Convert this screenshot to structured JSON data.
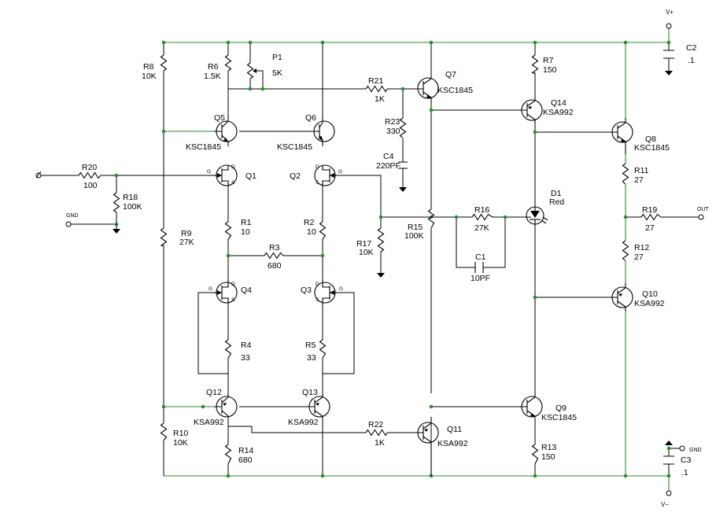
{
  "rails": {
    "vplus": "V+",
    "vminus": "V−",
    "gnd_in": "GND",
    "gnd_c3": "GND",
    "out": "OUT"
  },
  "resistors": {
    "R1": {
      "name": "R1",
      "value": "10"
    },
    "R2": {
      "name": "R2",
      "value": "10"
    },
    "R3": {
      "name": "R3",
      "value": "680"
    },
    "R4": {
      "name": "R4",
      "value": "33"
    },
    "R5": {
      "name": "R5",
      "value": "33"
    },
    "R6": {
      "name": "R6",
      "value": "1.5K"
    },
    "R7": {
      "name": "R7",
      "value": "150"
    },
    "R8": {
      "name": "R8",
      "value": "10K"
    },
    "R9": {
      "name": "R9",
      "value": "27K"
    },
    "R10": {
      "name": "R10",
      "value": "10K"
    },
    "R11": {
      "name": "R11",
      "value": "27"
    },
    "R12": {
      "name": "R12",
      "value": "27"
    },
    "R13": {
      "name": "R13",
      "value": "150"
    },
    "R14": {
      "name": "R14",
      "value": "680"
    },
    "R15": {
      "name": "R15",
      "value": "100K"
    },
    "R16": {
      "name": "R16",
      "value": "27K"
    },
    "R17": {
      "name": "R17",
      "value": "10K"
    },
    "R18": {
      "name": "R18",
      "value": "100K"
    },
    "R19": {
      "name": "R19",
      "value": "27"
    },
    "R20": {
      "name": "R20",
      "value": "100"
    },
    "R21": {
      "name": "R21",
      "value": "1K"
    },
    "R22": {
      "name": "R22",
      "value": "1K"
    },
    "R23": {
      "name": "R23",
      "value": "330"
    }
  },
  "pot": {
    "name": "P1",
    "value": "5K"
  },
  "capacitors": {
    "C1": {
      "name": "C1",
      "value": "10PF"
    },
    "C2": {
      "name": "C2",
      "value": ".1"
    },
    "C3": {
      "name": "C3",
      "value": ".1"
    },
    "C4": {
      "name": "C4",
      "value": "220PF"
    }
  },
  "diode": {
    "name": "D1",
    "value": "Red"
  },
  "transistors": {
    "Q1": {
      "name": "Q1"
    },
    "Q2": {
      "name": "Q2"
    },
    "Q3": {
      "name": "Q3"
    },
    "Q4": {
      "name": "Q4"
    },
    "Q5": {
      "name": "Q5",
      "part": "KSC1845"
    },
    "Q6": {
      "name": "Q6",
      "part": "KSC1845"
    },
    "Q7": {
      "name": "Q7",
      "part": "KSC1845"
    },
    "Q8": {
      "name": "Q8",
      "part": "KSC1845"
    },
    "Q9": {
      "name": "Q9",
      "part": "KSC1845"
    },
    "Q10": {
      "name": "Q10",
      "part": "KSA992"
    },
    "Q11": {
      "name": "Q11",
      "part": "KSA992"
    },
    "Q12": {
      "name": "Q12",
      "part": "KSA992"
    },
    "Q13": {
      "name": "Q13",
      "part": "KSA992"
    },
    "Q14": {
      "name": "Q14",
      "part": "KSA992"
    }
  },
  "fet_pins": {
    "d": "D",
    "g": "G",
    "s": "S"
  }
}
